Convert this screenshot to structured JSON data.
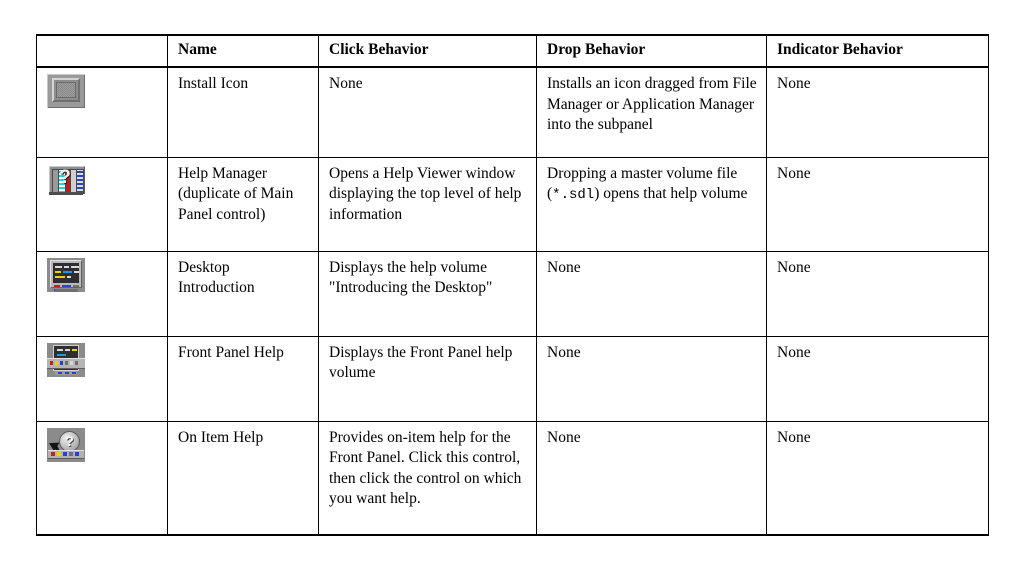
{
  "table": {
    "headers": [
      "",
      "Name",
      "Click Behavior",
      "Drop Behavior",
      "Indicator Behavior"
    ],
    "rows": [
      {
        "icon": "install-icon",
        "name": "Install Icon",
        "click_behavior": "None",
        "drop_behavior": "Installs an icon dragged from File Manager or Application Manager into the subpanel",
        "indicator_behavior": "None"
      },
      {
        "icon": "help-manager-icon",
        "name": "Help Manager (duplicate of Main Panel control)",
        "click_behavior": "Opens a Help Viewer window displaying the top level of help information",
        "drop_behavior_part1": "Dropping a master volume file (",
        "drop_behavior_mono": "*.sdl",
        "drop_behavior_part2": ") opens that help volume",
        "indicator_behavior": "None"
      },
      {
        "icon": "desktop-introduction-icon",
        "name": "Desktop Introduction",
        "click_behavior": "Displays the help volume \"Introducing the Desktop\"",
        "drop_behavior": "None",
        "indicator_behavior": "None"
      },
      {
        "icon": "front-panel-help-icon",
        "name": "Front Panel Help",
        "click_behavior": "Displays the Front Panel help volume",
        "drop_behavior": "None",
        "indicator_behavior": "None"
      },
      {
        "icon": "on-item-help-icon",
        "name": "On Item Help",
        "click_behavior": "Provides on-item help for the Front Panel. Click this control, then click the control on which you want help.",
        "drop_behavior": "None",
        "indicator_behavior": "None"
      }
    ]
  },
  "icon_glyphs": {
    "help_manager_question": "?",
    "on_item_question": "?"
  },
  "colors": {
    "border": "#000000",
    "background": "#ffffff",
    "icon_grey": "#8b8b8b"
  }
}
